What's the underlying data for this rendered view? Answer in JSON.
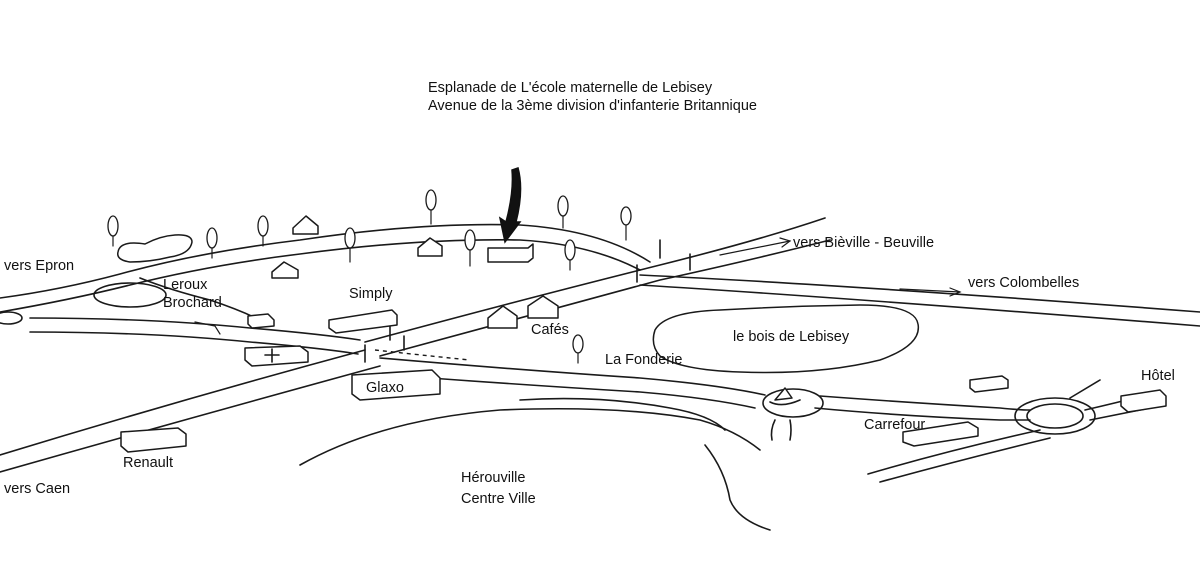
{
  "map": {
    "header": {
      "line1": "Esplanade de L'école maternelle de Lebisey",
      "line2": "Avenue de la 3ème division d'infanterie Britannique"
    },
    "labels": {
      "vers_epron": "vers Epron",
      "leroux_line1": "Leroux",
      "leroux_line2": "Brochard",
      "simply": "Simply",
      "cafes": "Cafés",
      "vers_bieville": "vers Bièville - Beuville",
      "vers_colombelles": "vers Colombelles",
      "bois": "le bois de Lebisey",
      "fonderie": "La Fonderie",
      "glaxo": "Glaxo",
      "hotel": "Hôtel",
      "carrefour": "Carrefour",
      "renault": "Renault",
      "vers_caen": "vers Caen",
      "herouville_line1": "Hérouville",
      "herouville_line2": "Centre Ville"
    },
    "icons": {
      "target_arrow": "arrow-down-icon",
      "pharmacy": "pharmacy-cross-icon",
      "boat": "boat-sculpture-icon"
    }
  }
}
